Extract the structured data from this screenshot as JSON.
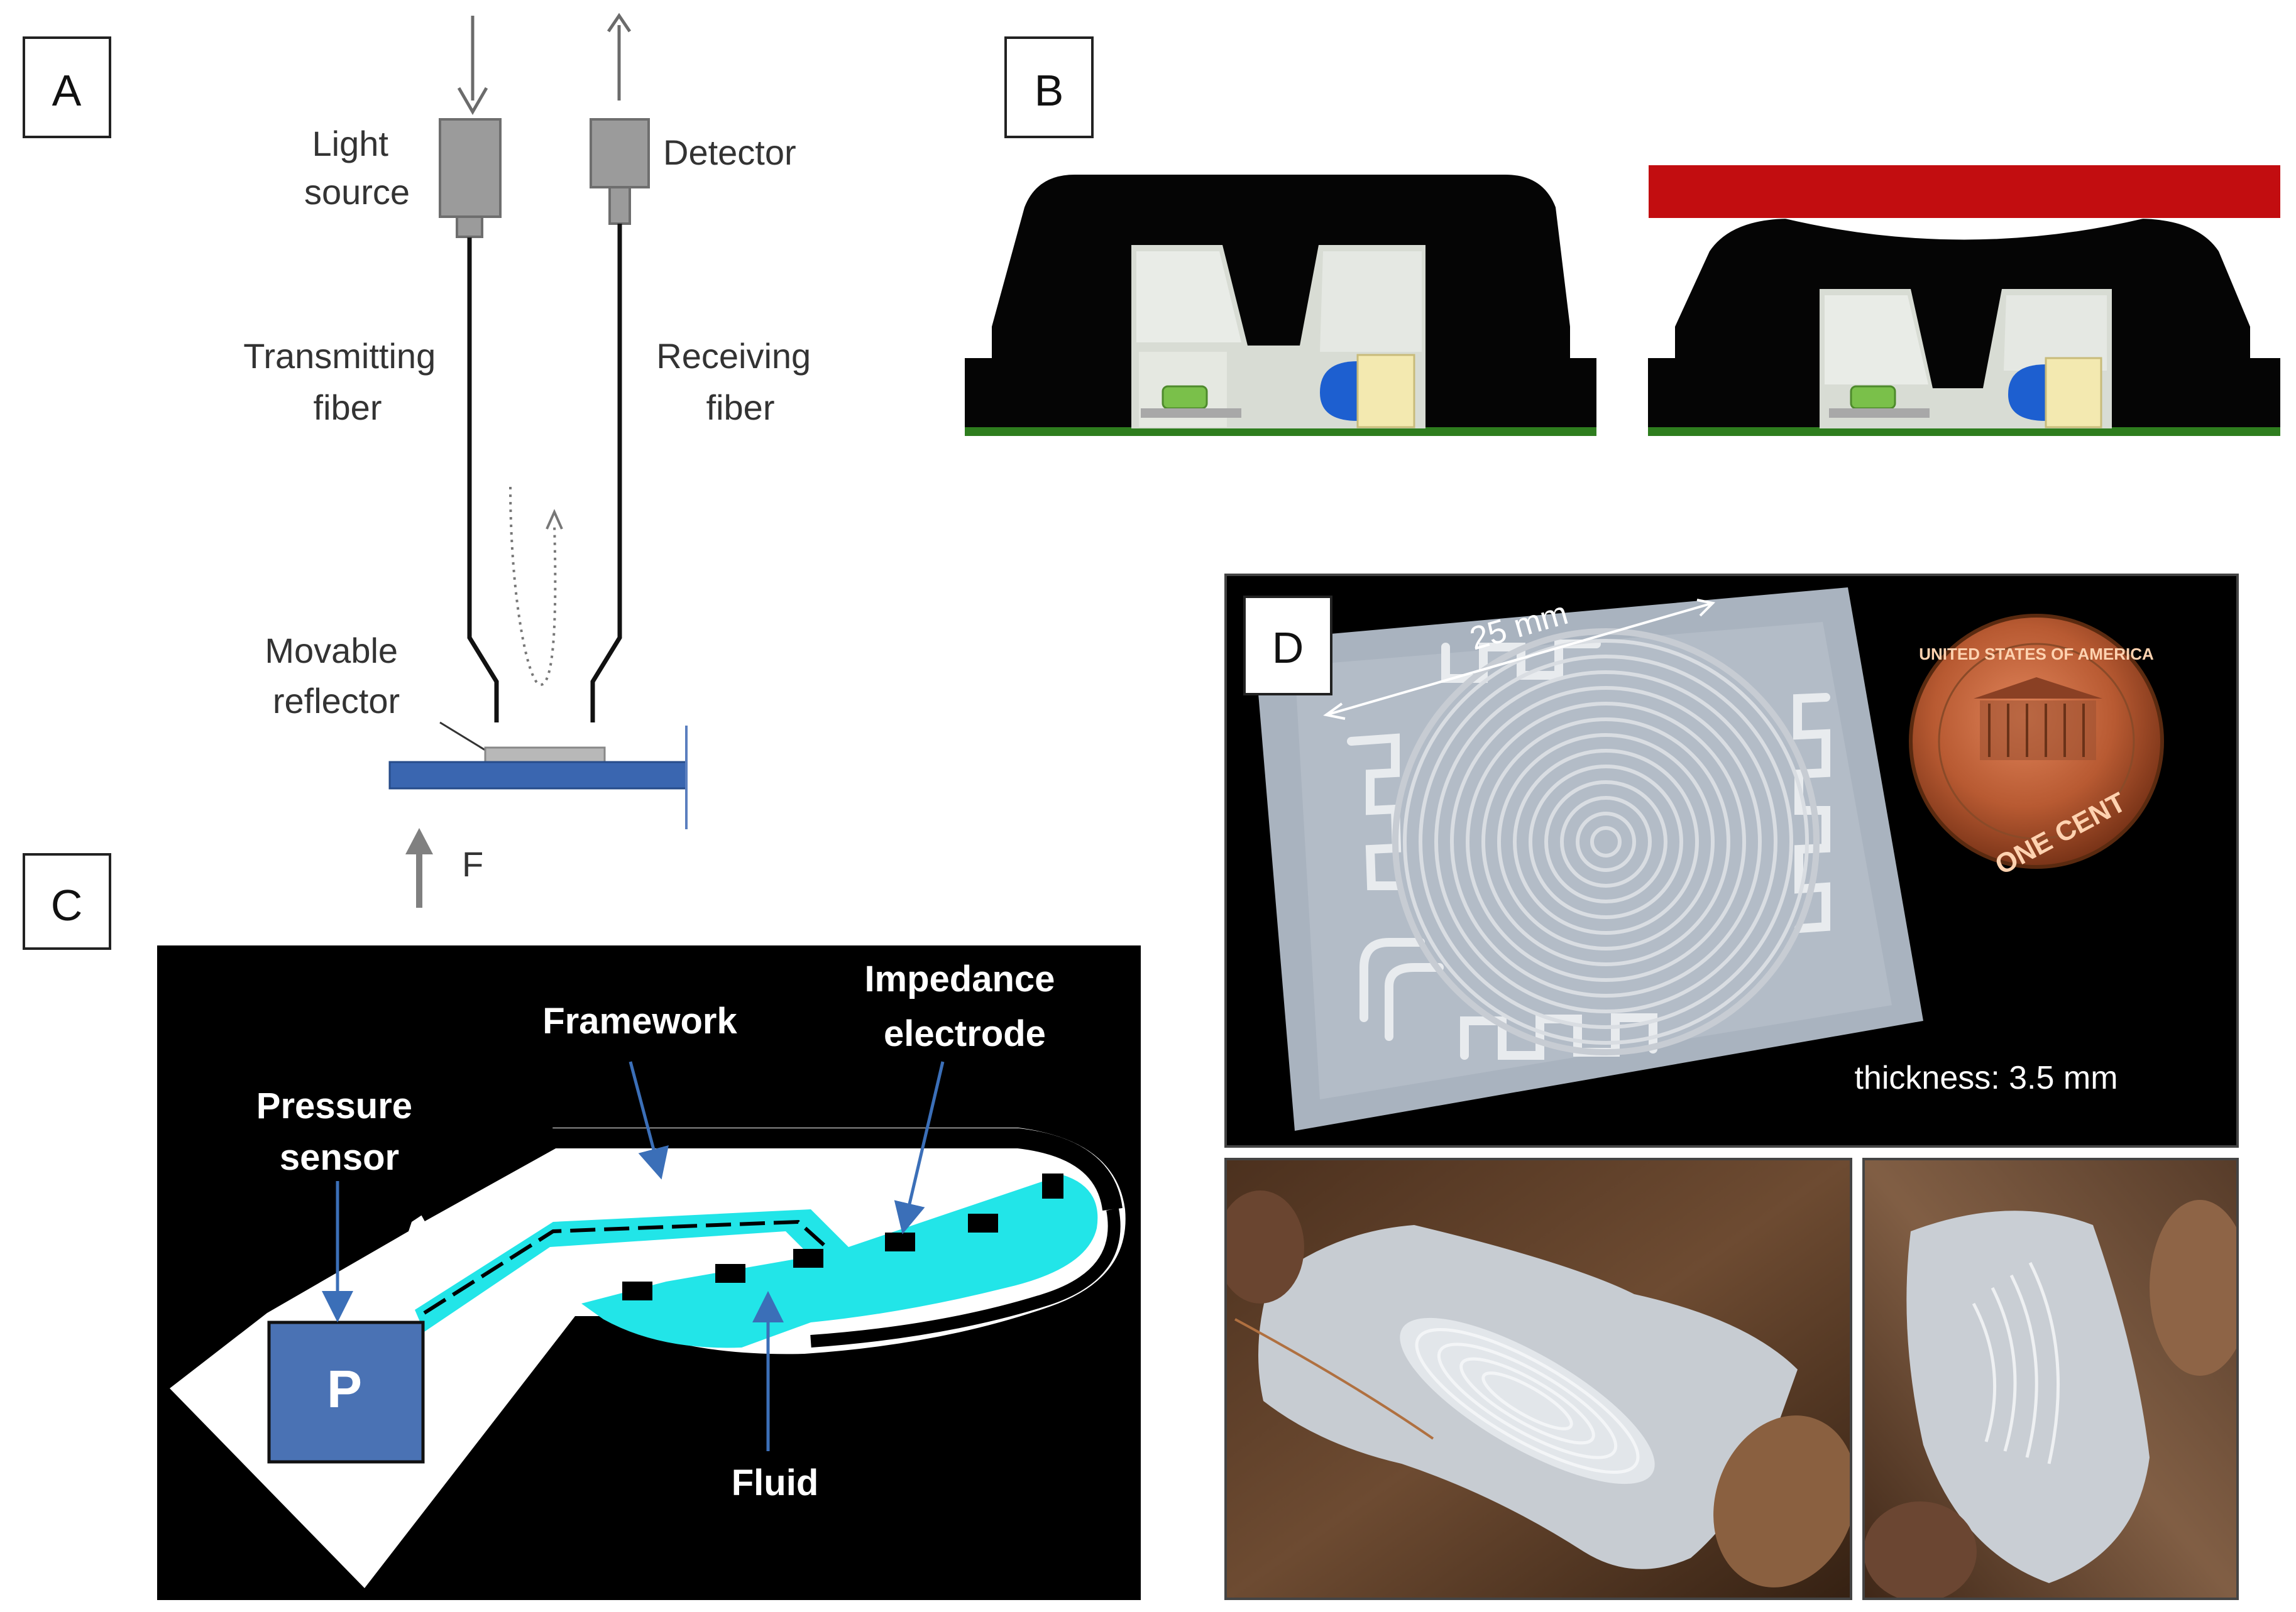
{
  "panels": {
    "a": {
      "letter": "A",
      "light_source": [
        "Light",
        "source"
      ],
      "detector": "Detector",
      "transmitting_fiber": [
        "Transmitting",
        "fiber"
      ],
      "receiving_fiber": [
        "Receiving",
        "fiber"
      ],
      "movable_reflector": [
        "Movable",
        "reflector"
      ],
      "force": "F"
    },
    "b": {
      "letter": "B"
    },
    "c": {
      "letter": "C",
      "framework": "Framework",
      "impedance_electrode": [
        "Impedance",
        "electrode"
      ],
      "pressure_sensor": [
        "Pressure",
        "sensor"
      ],
      "pressure_symbol": "P",
      "fluid": "Fluid"
    },
    "d": {
      "letter": "D",
      "scale": "25 mm",
      "thickness": "thickness: 3.5 mm",
      "coin_top": "UNITED STATES OF AMERICA",
      "coin_bottom": "ONE CENT"
    }
  },
  "colors": {
    "fiber_plate": "#3a66b0",
    "channel_cyan": "#22e5e8",
    "pressure_box": "#4a72b4",
    "sensor_black": "#050505",
    "presser_red": "#c20d10",
    "pcb_green": "#2e7d1e",
    "electrode_arrow": "#3b6fb8"
  }
}
